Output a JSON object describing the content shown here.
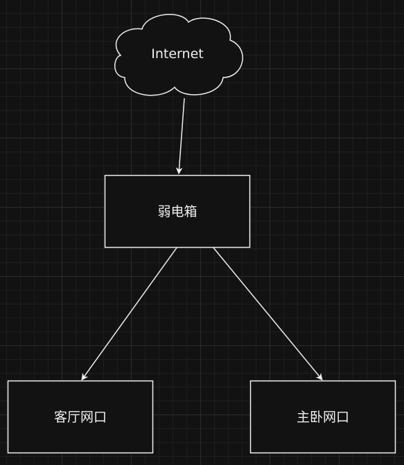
{
  "diagram": {
    "nodes": {
      "internet": {
        "label": "Internet"
      },
      "weak_box": {
        "label": "弱电箱"
      },
      "living_room": {
        "label": "客厅网口"
      },
      "master_bedroom": {
        "label": "主卧网口"
      }
    },
    "edges": [
      {
        "from": "internet",
        "to": "weak_box"
      },
      {
        "from": "weak_box",
        "to": "living_room"
      },
      {
        "from": "weak_box",
        "to": "master_bedroom"
      }
    ]
  },
  "colors": {
    "background": "#121212",
    "stroke": "#f0f0f0",
    "node_fill": "#121212"
  }
}
